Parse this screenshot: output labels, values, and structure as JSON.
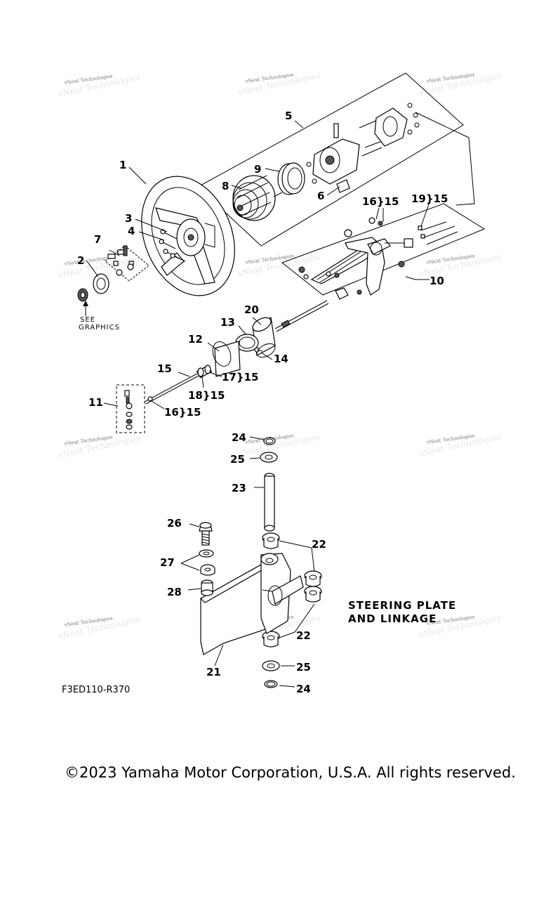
{
  "callouts": {
    "c1": "1",
    "c2": "2",
    "c3": "3",
    "c4": "4",
    "c5": "5",
    "c6": "6",
    "c7": "7",
    "c8": "8",
    "c9": "9",
    "c10": "10",
    "c11": "11",
    "c12": "12",
    "c13": "13",
    "c14": "14",
    "c15": "15",
    "c16a": "16}15",
    "c16b": "16}15",
    "c17": "17}15",
    "c18": "18}15",
    "c19": "19}15",
    "c20": "20",
    "c21": "21",
    "c22a": "22",
    "c22b": "22",
    "c23": "23",
    "c24a": "24",
    "c24b": "24",
    "c25a": "25",
    "c25b": "25",
    "c26": "26",
    "c27": "27",
    "c28": "28"
  },
  "see_graphics": {
    "line1": "SEE",
    "line2": "GRAPHICS"
  },
  "heading": {
    "line1": "STEERING PLATE",
    "line2": "AND LINKAGE"
  },
  "diagram_code": "F3ED110-R370",
  "watermark": "vNext Technologies",
  "copyright": "©2023 Yamaha Motor Corporation, U.S.A. All rights reserved."
}
